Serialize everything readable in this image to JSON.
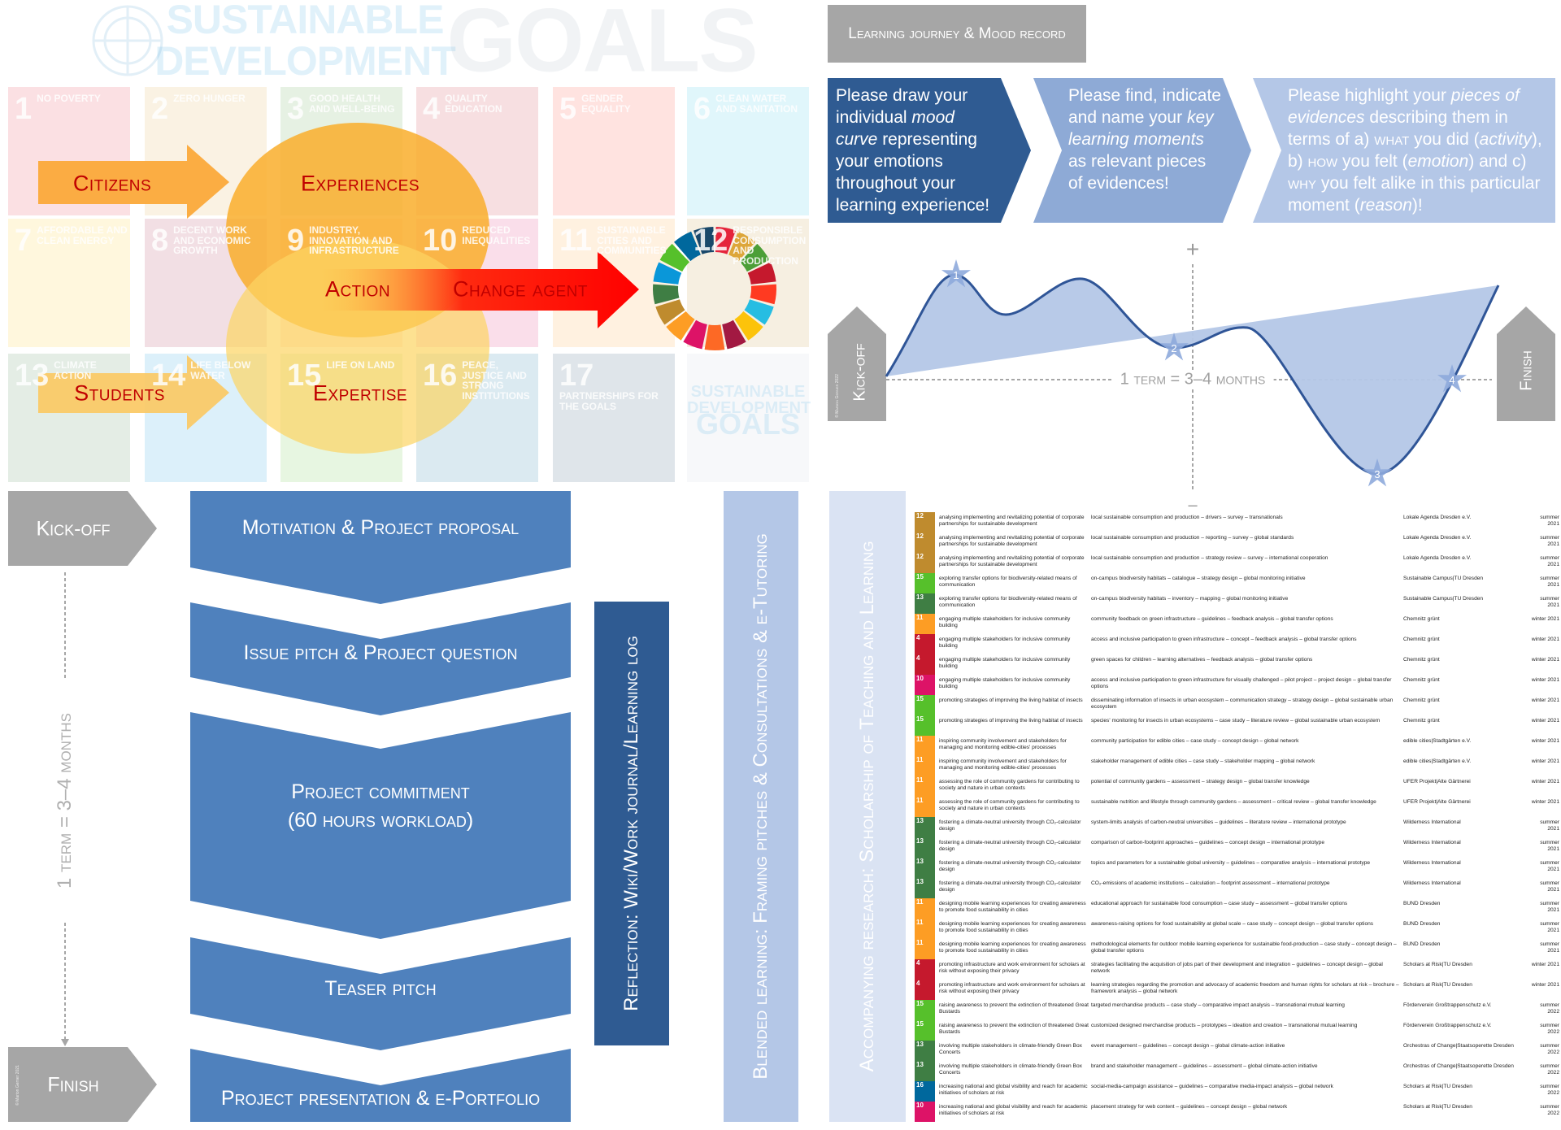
{
  "sdg_banner": {
    "line1": "SUSTAINABLE",
    "line2": "DEVELOPMENT",
    "line3": "GOALS"
  },
  "sdg_tiles": [
    {
      "n": "1",
      "label": "No poverty",
      "color": "#e5243b"
    },
    {
      "n": "2",
      "label": "Zero hunger",
      "color": "#dda63a"
    },
    {
      "n": "3",
      "label": "Good health and well-being",
      "color": "#4c9f38"
    },
    {
      "n": "4",
      "label": "Quality education",
      "color": "#c5192d"
    },
    {
      "n": "5",
      "label": "Gender equality",
      "color": "#ff3a21"
    },
    {
      "n": "6",
      "label": "Clean water and sanitation",
      "color": "#26bde2"
    },
    {
      "n": "7",
      "label": "Affordable and clean energy",
      "color": "#fcc30b"
    },
    {
      "n": "8",
      "label": "Decent work and economic growth",
      "color": "#a21942"
    },
    {
      "n": "9",
      "label": "Industry, innovation and infrastructure",
      "color": "#fd6925"
    },
    {
      "n": "10",
      "label": "Reduced inequalities",
      "color": "#dd1367"
    },
    {
      "n": "11",
      "label": "Sustainable cities and communities",
      "color": "#fd9d24"
    },
    {
      "n": "12",
      "label": "Responsible consumption and production",
      "color": "#bf8b2e"
    },
    {
      "n": "13",
      "label": "Climate action",
      "color": "#3f7e44"
    },
    {
      "n": "14",
      "label": "Life below water",
      "color": "#0a97d9"
    },
    {
      "n": "15",
      "label": "Life on land",
      "color": "#56c02b"
    },
    {
      "n": "16",
      "label": "Peace, justice and strong institutions",
      "color": "#00689d"
    },
    {
      "n": "17",
      "label": "Partnerships for the goals",
      "color": "#19486a"
    }
  ],
  "sdg_logo_tile": {
    "line1": "SUSTAINABLE",
    "line2": "DEVELOPMENT",
    "line3": "GOALS"
  },
  "concept": {
    "citizens": "Citizens",
    "students": "Students",
    "experiences": "Experiences",
    "expertise": "Expertise",
    "action": "Action",
    "change_agent": "Change agent"
  },
  "wheel_colors": [
    "#e5243b",
    "#dda63a",
    "#4c9f38",
    "#c5192d",
    "#ff3a21",
    "#26bde2",
    "#fcc30b",
    "#a21942",
    "#fd6925",
    "#dd1367",
    "#fd9d24",
    "#bf8b2e",
    "#3f7e44",
    "#0a97d9",
    "#56c02b",
    "#00689d",
    "#19486a"
  ],
  "learning_journey": {
    "title": "Learning journey & Mood record",
    "step1": {
      "pre": "Please draw your individual ",
      "em": "mood curve",
      "post": " representing your emotions throughout your learning experience!"
    },
    "step2": {
      "pre": "Please find, indicate and name your ",
      "em": "key learning moments",
      "post": " as relevant pieces of evidences!"
    },
    "step3": {
      "pre": "Please highlight your ",
      "em": "pieces of evidences",
      "mid1": " describing them in terms of a) ",
      "what": "what",
      "mid2": " you did (",
      "em2": "activity",
      "mid3": "), b) ",
      "how": "how",
      "mid4": " you felt (",
      "em3": "emotion",
      "mid5": ") and c) ",
      "why": "why",
      "mid6": " you felt alike in this particular moment (",
      "em4": "reason",
      "post": ")!"
    }
  },
  "mood_chart": {
    "kickoff": "Kick-off",
    "finish": "Finish",
    "plus": "+",
    "minus": "–",
    "term": "1 term = 3–4 months",
    "copyright": "© Marion Gerner 2022",
    "stars": [
      "1",
      "2",
      "3",
      "4"
    ]
  },
  "process": {
    "kickoff": "Kick-off",
    "finish": "Finish",
    "term": "1 term = 3–4 months",
    "copyright": "© Marion Gerner 2021",
    "steps": [
      "Motivation & Project proposal",
      "Issue pitch & Project question",
      "Project commitment",
      "(60 hours workload)",
      "Teaser pitch",
      "Project presentation & e-Portfolio"
    ],
    "reflection": "Reflection: Wiki/Work journal/Learning log",
    "blended": "Blended learning: Framing pitches & Consultations & e-Tutoring",
    "research": "Accompanying research: Scholarship of Teaching and Learning"
  },
  "projects": [
    {
      "sdg": "12",
      "color": "#bf8b2e",
      "activity": "analysing implementing and revitalizing potential of corporate partnerships for sustainable development",
      "topic": "local sustainable consumption and production – drivers – survey – transnationals",
      "partner": "Lokale Agenda Dresden e.V.",
      "term": "summer 2021"
    },
    {
      "sdg": "12",
      "color": "#bf8b2e",
      "activity": "analysing implementing and revitalizing potential of corporate partnerships for sustainable development",
      "topic": "local sustainable consumption and production – reporting – survey – global standards",
      "partner": "Lokale Agenda Dresden e.V.",
      "term": "summer 2021"
    },
    {
      "sdg": "12",
      "color": "#bf8b2e",
      "activity": "analysing implementing and revitalizing potential of corporate partnerships for sustainable development",
      "topic": "local sustainable consumption and production – strategy review – survey – international cooperation",
      "partner": "Lokale Agenda Dresden e.V.",
      "term": "summer 2021"
    },
    {
      "sdg": "15",
      "color": "#56c02b",
      "activity": "exploring transfer options for biodiversity-related means of communication",
      "topic": "on-campus biodiversity habitats – catalogue – strategy design – global monitoring initiative",
      "partner": "Sustainable Campus|TU Dresden",
      "term": "summer 2021"
    },
    {
      "sdg": "13",
      "color": "#3f7e44",
      "activity": "exploring transfer options for biodiversity-related means of communication",
      "topic": "on-campus biodiversity habitats – inventory – mapping – global monitoring initiative",
      "partner": "Sustainable Campus|TU Dresden",
      "term": "summer 2021"
    },
    {
      "sdg": "11",
      "color": "#fd9d24",
      "activity": "engaging multiple stakeholders for inclusive community building",
      "topic": "community feedback on green infrastructure – guidelines – feedback analysis – global transfer options",
      "partner": "Chemnitz grünt",
      "term": "winter 2021"
    },
    {
      "sdg": "4",
      "color": "#c5192d",
      "activity": "engaging multiple stakeholders for inclusive community building",
      "topic": "access and inclusive participation to green infrastructure – concept – feedback analysis – global transfer options",
      "partner": "Chemnitz grünt",
      "term": "winter 2021"
    },
    {
      "sdg": "4",
      "color": "#c5192d",
      "activity": "engaging multiple stakeholders for inclusive community building",
      "topic": "green spaces for children – learning alternatives – feedback analysis – global transfer options",
      "partner": "Chemnitz grünt",
      "term": "winter 2021"
    },
    {
      "sdg": "10",
      "color": "#dd1367",
      "activity": "engaging multiple stakeholders for inclusive community building",
      "topic": "access and inclusive participation to green infrastructure for visually challenged – pilot project – project design – global transfer options",
      "partner": "Chemnitz grünt",
      "term": "winter 2021"
    },
    {
      "sdg": "15",
      "color": "#56c02b",
      "activity": "promoting strategies of improving the living habitat of insects",
      "topic": "disseminating information of insects in urban ecosystem – communication strategy – strategy design – global sustainable urban ecosystem",
      "partner": "Chemnitz grünt",
      "term": "winter 2021"
    },
    {
      "sdg": "15",
      "color": "#56c02b",
      "activity": "promoting strategies of improving the living habitat of insects",
      "topic": "species' monitoring for insects in urban ecosystems – case study – literature review – global sustainable urban ecosystem",
      "partner": "Chemnitz grünt",
      "term": "winter 2021"
    },
    {
      "sdg": "11",
      "color": "#fd9d24",
      "activity": "inspiring community involvement and stakeholders for managing and monitoring edible-cities' processes",
      "topic": "community participation for edible cities – case study – concept design – global network",
      "partner": "edible cities|Stadtgärten e.V.",
      "term": "winter 2021"
    },
    {
      "sdg": "11",
      "color": "#fd9d24",
      "activity": "inspiring community involvement and stakeholders for managing and monitoring edible-cities' processes",
      "topic": "stakeholder management of edible cities – case study – stakeholder mapping – global network",
      "partner": "edible cities|Stadtgärten e.V.",
      "term": "winter 2021"
    },
    {
      "sdg": "11",
      "color": "#fd9d24",
      "activity": "assessing the role of community gardens for contributing to society and nature in urban contexts",
      "topic": "potential of community gardens – assessment – strategy design – global transfer knowledge",
      "partner": "UFER Projekt|Alte Gärtnerei",
      "term": "winter 2021"
    },
    {
      "sdg": "11",
      "color": "#fd9d24",
      "activity": "assessing the role of community gardens for contributing to society and nature in urban contexts",
      "topic": "sustainable nutrition and lifestyle through community gardens – assessment – critical review – global transfer knowledge",
      "partner": "UFER Projekt|Alte Gärtnerei",
      "term": "winter 2021"
    },
    {
      "sdg": "13",
      "color": "#3f7e44",
      "activity": "fostering a climate-neutral university through CO₂-calculator design",
      "topic": "system-limits analysis of carbon-neutral universities – guidelines – literature review – international prototype",
      "partner": "Wilderness International",
      "term": "summer 2021"
    },
    {
      "sdg": "13",
      "color": "#3f7e44",
      "activity": "fostering a climate-neutral university through CO₂-calculator design",
      "topic": "comparison of carbon-footprint approaches – guidelines – concept design – international prototype",
      "partner": "Wilderness International",
      "term": "summer 2021"
    },
    {
      "sdg": "13",
      "color": "#3f7e44",
      "activity": "fostering a climate-neutral university through CO₂-calculator design",
      "topic": "topics and parameters for a sustainable global university – guidelines – comparative analysis – international prototype",
      "partner": "Wilderness International",
      "term": "summer 2021"
    },
    {
      "sdg": "13",
      "color": "#3f7e44",
      "activity": "fostering a climate-neutral university through CO₂-calculator design",
      "topic": "CO₂-emissions of academic institutions – calculation – footprint assessment – international prototype",
      "partner": "Wilderness International",
      "term": "summer 2021"
    },
    {
      "sdg": "11",
      "color": "#fd9d24",
      "activity": "designing mobile learning experiences for creating awareness to promote food sustainability in cities",
      "topic": "educational approach for sustainable food consumption – case study – assessment – global transfer options",
      "partner": "BUND Dresden",
      "term": "summer 2021"
    },
    {
      "sdg": "11",
      "color": "#fd9d24",
      "activity": "designing mobile learning experiences for creating awareness to promote food sustainability in cities",
      "topic": "awareness-raising options for food sustainability at global scale – case study – concept design – global transfer options",
      "partner": "BUND Dresden",
      "term": "summer 2021"
    },
    {
      "sdg": "11",
      "color": "#fd9d24",
      "activity": "designing mobile learning experiences for creating awareness to promote food sustainability in cities",
      "topic": "methodological elements for outdoor mobile learning experience for sustainable food-production – case study – concept design – global transfer options",
      "partner": "BUND Dresden",
      "term": "summer 2021"
    },
    {
      "sdg": "4",
      "color": "#c5192d",
      "activity": "promoting infrastructure and work environment for scholars at risk without exposing their privacy",
      "topic": "strategies facilitating the acquisition of jobs part of their development and integration – guidelines – concept design – global network",
      "partner": "Scholars at Risk|TU Dresden",
      "term": "winter 2021"
    },
    {
      "sdg": "4",
      "color": "#c5192d",
      "activity": "promoting infrastructure and work environment for scholars at risk without exposing their privacy",
      "topic": "learning strategies regarding the promotion and advocacy of academic freedom and human rights for scholars at risk – brochure – framework analysis – global network",
      "partner": "Scholars at Risk|TU Dresden",
      "term": "winter 2021"
    },
    {
      "sdg": "15",
      "color": "#56c02b",
      "activity": "raising awareness to prevent the extinction of threatened Great Bustards",
      "topic": "targeted merchandise products – case study – comparative impact analysis – transnational mutual learning",
      "partner": "Förderverein Großtrappenschutz e.V.",
      "term": "summer 2022"
    },
    {
      "sdg": "15",
      "color": "#56c02b",
      "activity": "raising awareness to prevent the extinction of threatened Great Bustards",
      "topic": "customized designed merchandise products – prototypes – ideation and creation – transnational mutual learning",
      "partner": "Förderverein Großtrappenschutz e.V.",
      "term": "summer 2022"
    },
    {
      "sdg": "13",
      "color": "#3f7e44",
      "activity": "involving multiple stakeholders in climate-friendly Green Box Concerts",
      "topic": "event management – guidelines – concept design – global climate-action initiative",
      "partner": "Orchestras of Change|Staatsoperette Dresden",
      "term": "summer 2022"
    },
    {
      "sdg": "13",
      "color": "#3f7e44",
      "activity": "involving multiple stakeholders in climate-friendly Green Box Concerts",
      "topic": "brand and stakeholder management – guidelines – assessment – global climate-action initiative",
      "partner": "Orchestras of Change|Staatsoperette Dresden",
      "term": "summer 2022"
    },
    {
      "sdg": "16",
      "color": "#00689d",
      "activity": "increasing national and global visibility and reach for academic initiatives of scholars at risk",
      "topic": "social-media-campaign assistance – guidelines – comparative media-impact analysis – global network",
      "partner": "Scholars at Risk|TU Dresden",
      "term": "summer 2022"
    },
    {
      "sdg": "10",
      "color": "#dd1367",
      "activity": "increasing national and global visibility and reach for academic initiatives of scholars at risk",
      "topic": "placement strategy for web content – guidelines – concept design – global network",
      "partner": "Scholars at Risk|TU Dresden",
      "term": "summer 2022"
    }
  ]
}
